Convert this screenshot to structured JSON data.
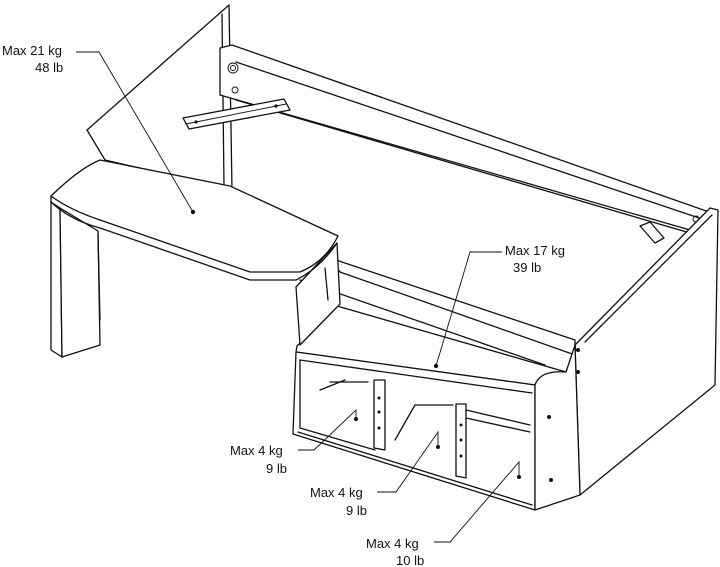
{
  "labels": {
    "desk": {
      "kg": "Max 21 kg",
      "lb": "48 lb"
    },
    "top": {
      "kg": "Max 17 kg",
      "lb": "39 lb"
    },
    "shelf_1": {
      "kg": "Max 4 kg",
      "lb": "9 lb"
    },
    "shelf_2": {
      "kg": "Max 4 kg",
      "lb": "9 lb"
    },
    "shelf_3": {
      "kg": "Max 4 kg",
      "lb": "10 lb"
    }
  }
}
